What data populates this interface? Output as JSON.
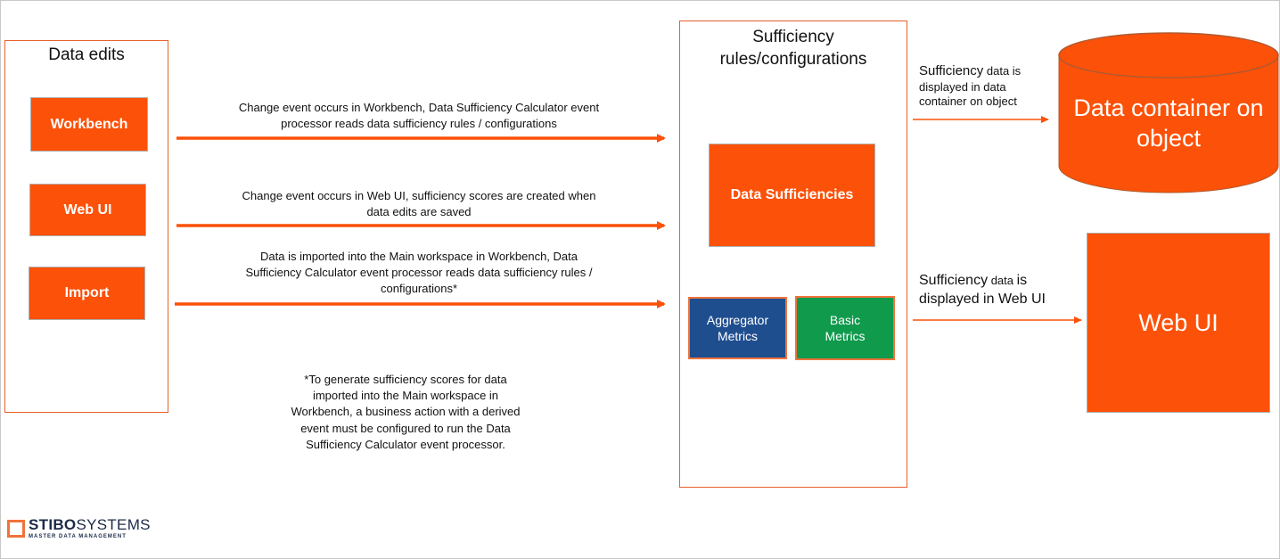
{
  "data_edits": {
    "title": "Data edits",
    "sources": [
      {
        "label": "Workbench"
      },
      {
        "label": "Web UI"
      },
      {
        "label": "Import"
      }
    ]
  },
  "arrows": [
    {
      "label_line1": "Change event occurs in Workbench, Data Sufficiency Calculator event",
      "label_line2": "processor reads data sufficiency rules / configurations"
    },
    {
      "label_line1": "Change event occurs in Web UI, sufficiency scores are created when",
      "label_line2": "data edits are saved"
    },
    {
      "label_line1": "Data is imported into the Main workspace in Workbench, Data",
      "label_line2": "Sufficiency Calculator event processor reads data sufficiency rules /",
      "label_line3": "configurations*"
    }
  ],
  "footnote": {
    "lines": [
      "*To generate sufficiency scores for data",
      "imported into the Main workspace in",
      "Workbench, a business action with a derived",
      "event must be configured to run the Data",
      "Sufficiency Calculator event processor."
    ]
  },
  "rules": {
    "title_line1": "Sufficiency",
    "title_line2": "rules/configurations",
    "data_sufficiencies": "Data Sufficiencies",
    "aggregator_line1": "Aggregator",
    "aggregator_line2": "Metrics",
    "basic_line1": "Basic",
    "basic_line2": "Metrics"
  },
  "outputs": {
    "container_note": {
      "word": "Sufficiency",
      "rest1": " data is",
      "rest2": "displayed in data",
      "rest3": "container on object"
    },
    "container_line1": "Data container on",
    "container_line2": "object",
    "webui_note": {
      "word": "Sufficiency",
      "mid": " data ",
      "end": "is",
      "line2": "displayed in Web UI"
    },
    "webui_label": "Web UI"
  },
  "logo": {
    "name_bold": "STIBO",
    "name_rest": "SYSTEMS",
    "tagline": "MASTER DATA MANAGEMENT"
  },
  "colors": {
    "orange": "#fc5108",
    "outline": "#e8612c",
    "blue": "#1f4e8f",
    "green": "#0f9a4c"
  }
}
